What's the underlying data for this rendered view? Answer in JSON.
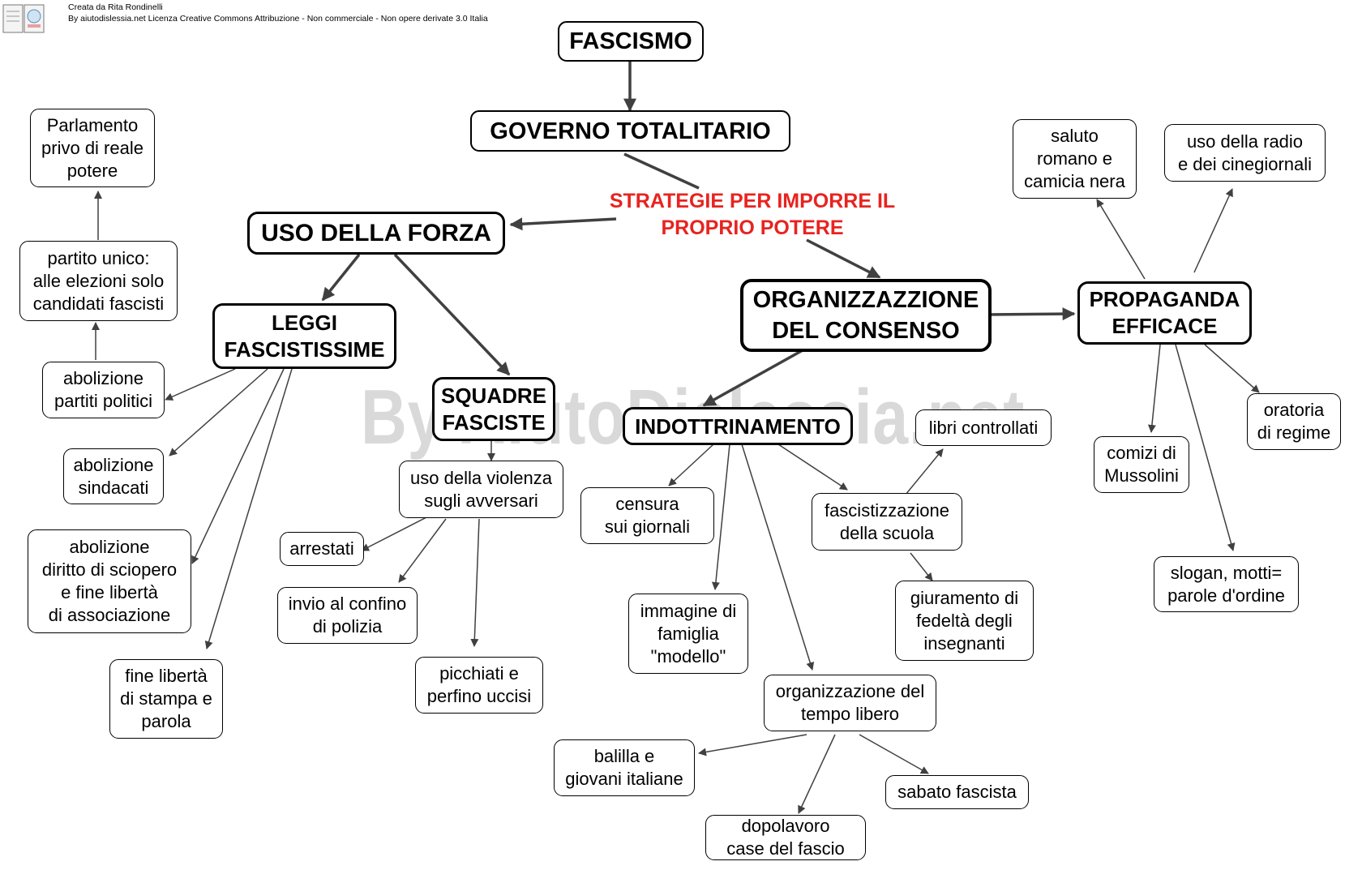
{
  "header": {
    "line1": "Creata da Rita Rondinelli",
    "line2": "By aiutodislessia.net Licenza Creative Commons Attribuzione - Non commerciale - Non opere derivate 3.0 Italia"
  },
  "watermark": "By AiutoDislessia.net",
  "colors": {
    "link_label": "#e8231f",
    "border": "#000000",
    "edge": "#404040",
    "watermark": "#d9d9d9"
  },
  "nodes": {
    "fascismo": "FASCISMO",
    "governo": "GOVERNO TOTALITARIO",
    "strategie": "STRATEGIE PER IMPORRE IL\nPROPRIO POTERE",
    "forza": "USO DELLA FORZA",
    "organizzazione": "ORGANIZZAZZIONE\nDEL CONSENSO",
    "leggi": "LEGGI\nFASCISTISSIME",
    "squadre": "SQUADRE\nFASCISTE",
    "parlamento": "Parlamento\nprivo di reale\npotere",
    "partito": "partito unico:\nalle elezioni solo\ncandidati fascisti",
    "abol_partiti": "abolizione\npartiti politici",
    "abol_sindacati": "abolizione\nsindacati",
    "abol_sciopero": "abolizione\ndiritto di sciopero\n e fine libertà\ndi associazione",
    "fine_stampa": "fine libertà\ndi stampa e\nparola",
    "violenza": "uso della violenza\nsugli avversari",
    "arrestati": "arrestati",
    "confino": "invio al confino\ndi polizia",
    "picchiati": "picchiati e\nperfino uccisi",
    "indottrinamento": "INDOTTRINAMENTO",
    "censura": "censura\nsui giornali",
    "immagine": "immagine di\nfamiglia\n\"modello\"",
    "tempo_libero": "organizzazione del\ntempo libero",
    "scuola": "fascistizzazione\ndella scuola",
    "libri": "libri controllati",
    "giuramento": "giuramento di\nfedeltà degli\ninsegnanti",
    "balilla": "balilla e\ngiovani italiane",
    "dopolavoro": "dopolavoro\ncase del fascio",
    "sabato": "sabato fascista",
    "propaganda": "PROPAGANDA\nEFFICACE",
    "saluto": "saluto\nromano e\ncamicia nera",
    "radio": "uso della radio\ne dei cinegiornali",
    "comizi": "comizi di\nMussolini",
    "slogan": "slogan, motti=\nparole d'ordine",
    "oratoria": "oratoria\ndi regime"
  }
}
